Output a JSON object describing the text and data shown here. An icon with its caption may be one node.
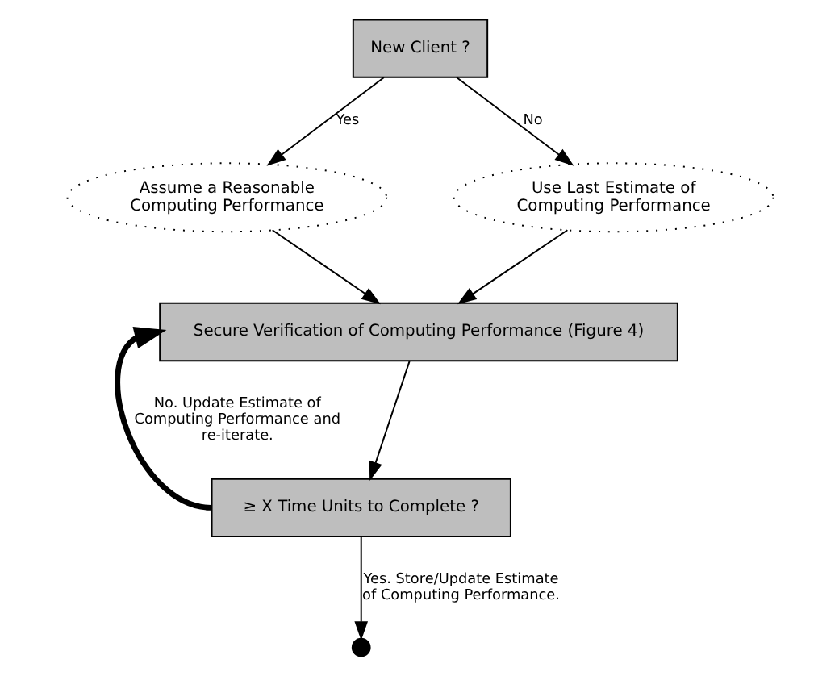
{
  "diagram": {
    "nodes": [
      {
        "text": [
          "New Client ?"
        ]
      },
      {
        "text": [
          "Assume a Reasonable Computing Performance"
        ]
      },
      {
        "text": [
          "Use Last Estimate of Computing Performance"
        ]
      },
      {
        "text": [
          "Secure Verification of Computing Performance (Figure 4)"
        ]
      },
      {
        "text": [
          "≥ X Time Units to Complete ?"
        ]
      },
      {
        "text": [],
        "shape": "circle"
      }
    ],
    "edges": [
      {
        "from": 0,
        "to": 1,
        "arrow": "to",
        "label": "Yes"
      },
      {
        "from": 0,
        "to": 2,
        "arrow": "to",
        "label": "No"
      },
      {
        "from": 1,
        "to": 3,
        "arrow": "to"
      },
      {
        "from": 2,
        "to": 3,
        "arrow": "to"
      },
      {
        "from": 3,
        "to": 4,
        "arrow": "to"
      },
      {
        "from": 4,
        "to": 5,
        "arrow": "to",
        "label": "Yes. Store/Update Estimate of Computing Performance."
      },
      {
        "from": 4,
        "to": 3,
        "arrow": "to",
        "style": "thick",
        "label": "No. Update Estimate of Computing Performance and re-iterate."
      }
    ]
  }
}
